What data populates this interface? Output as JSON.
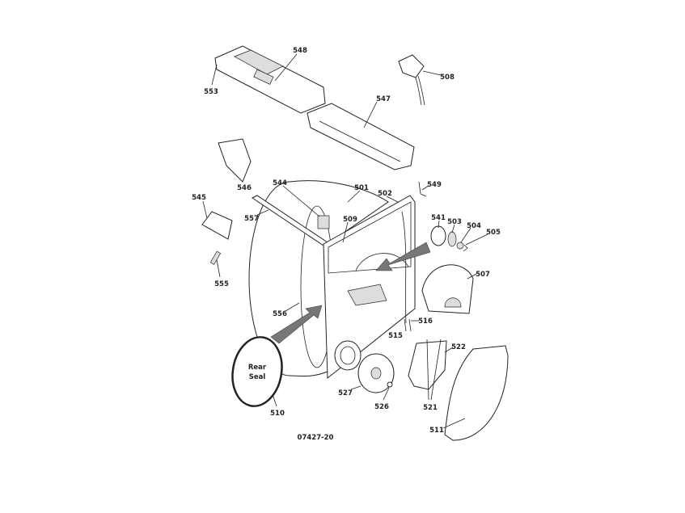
{
  "diagram": {
    "drawing_number": "07427-20",
    "seal_text_1": "Rear",
    "seal_text_2": "Seal",
    "parts": {
      "p548": "548",
      "p553": "553",
      "p508": "508",
      "p547": "547",
      "p546": "546",
      "p544": "544",
      "p501": "501",
      "p502": "502",
      "p549": "549",
      "p545": "545",
      "p557": "557",
      "p509": "509",
      "p541": "541",
      "p503": "503",
      "p504": "504",
      "p505": "505",
      "p555": "555",
      "p507": "507",
      "p556": "556",
      "p516": "516",
      "p515": "515",
      "p522": "522",
      "p521": "521",
      "p527": "527",
      "p526": "526",
      "p510": "510",
      "p511": "511"
    }
  }
}
